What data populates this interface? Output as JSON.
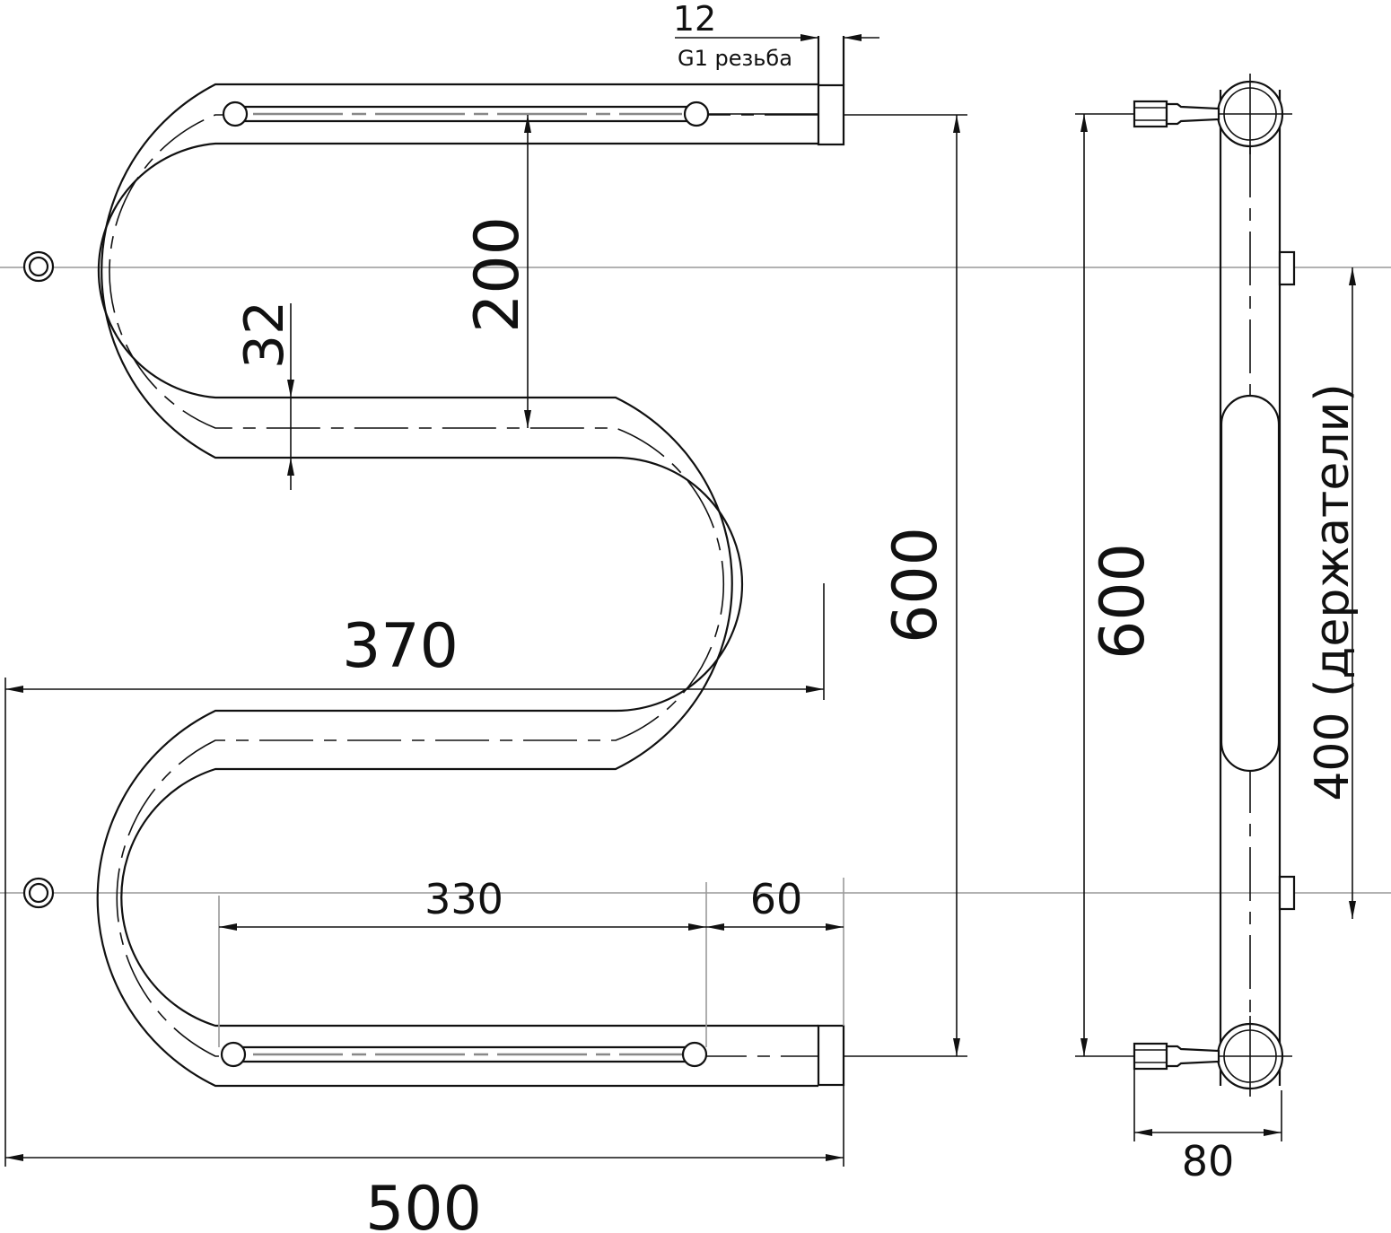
{
  "thread_dimension": "12",
  "thread_note": "G1 резьба",
  "dimensions": {
    "top_gap": "200",
    "pipe_diameter": "32",
    "height": "600",
    "inner_width": "370",
    "total_width": "500",
    "rail_length": "330",
    "outlet_offset": "60",
    "side_height": "600",
    "holder_spacing": "400 (держатели)",
    "wall_offset": "80"
  },
  "colors": {
    "line": "#111111",
    "axis": "#999999",
    "background": "#ffffff"
  }
}
